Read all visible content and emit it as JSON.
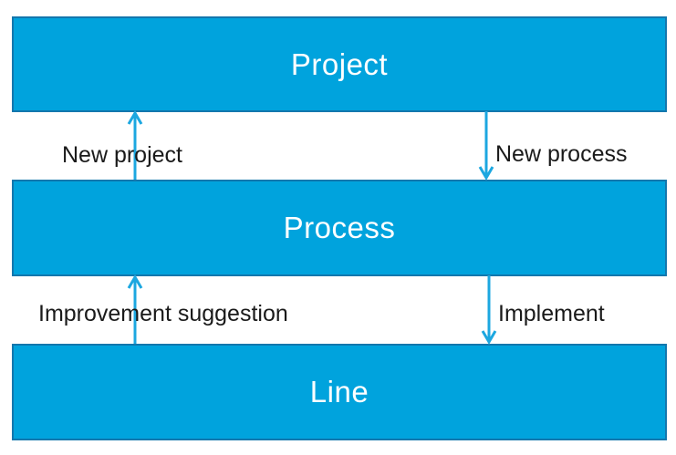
{
  "diagram": {
    "levels": [
      {
        "label": "Project"
      },
      {
        "label": "Process"
      },
      {
        "label": "Line"
      }
    ],
    "arrows": [
      {
        "label": "New project",
        "direction": "up",
        "from": "Process",
        "to": "Project"
      },
      {
        "label": "New process",
        "direction": "down",
        "from": "Project",
        "to": "Process"
      },
      {
        "label": "Improvement suggestion",
        "direction": "up",
        "from": "Line",
        "to": "Process"
      },
      {
        "label": "Implement",
        "direction": "down",
        "from": "Process",
        "to": "Line"
      }
    ]
  },
  "colors": {
    "bar_fill": "#00a3dd",
    "bar_border": "#1377ad",
    "arrow": "#1ca7e0",
    "bar_text": "#ffffff",
    "label_text": "#1a1a1a",
    "background": "#ffffff"
  }
}
